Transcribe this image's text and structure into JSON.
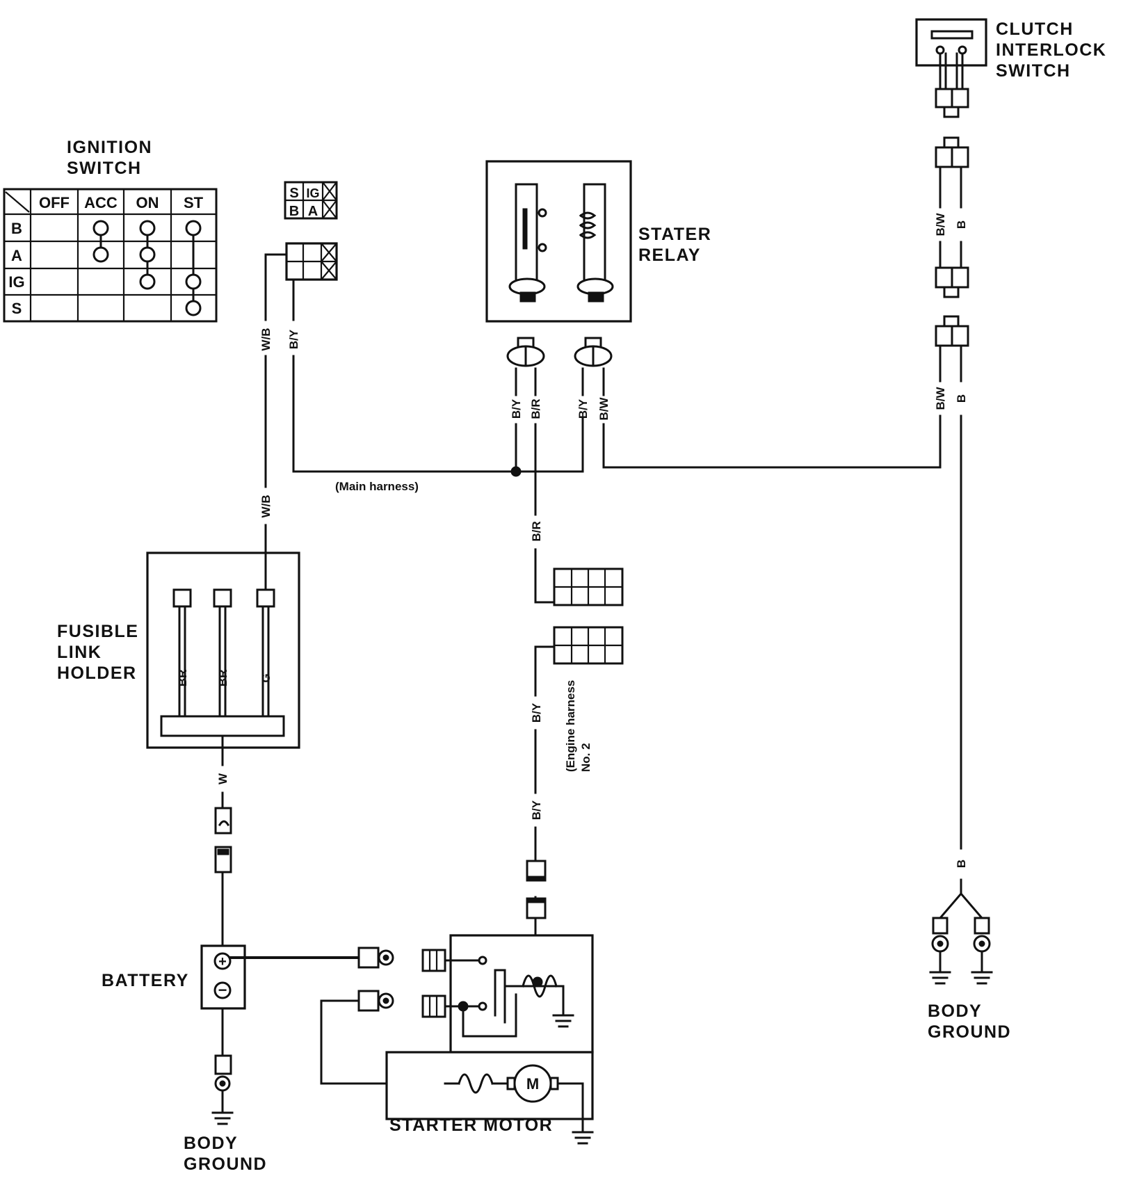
{
  "components": {
    "ignition_switch": [
      "IGNITION",
      "SWITCH"
    ],
    "clutch_interlock_switch": [
      "CLUTCH",
      "INTERLOCK",
      "SWITCH"
    ],
    "stater_relay": [
      "STATER",
      "RELAY"
    ],
    "fusible_link_holder": [
      "FUSIBLE",
      "LINK",
      "HOLDER"
    ],
    "battery": "BATTERY",
    "starter_motor": "STARTER MOTOR",
    "body_ground_left": [
      "BODY",
      "GROUND"
    ],
    "body_ground_right": [
      "BODY",
      "GROUND"
    ],
    "motor_symbol": "M",
    "battery_plus": "+",
    "battery_minus": "−"
  },
  "ignition_table": {
    "columns": [
      "OFF",
      "ACC",
      "ON",
      "ST"
    ],
    "rows": [
      "B",
      "A",
      "IG",
      "S"
    ]
  },
  "connector_legend": [
    [
      "S",
      "IG"
    ],
    [
      "B",
      "A"
    ]
  ],
  "harness_labels": {
    "main": "(Main harness)",
    "engine": [
      "(Engine harness",
      "No. 2"
    ]
  },
  "wire_labels": {
    "ign_wb_upper": "W/B",
    "ign_by": "B/Y",
    "ign_wb_lower": "W/B",
    "relay_by_1": "B/Y",
    "relay_br": "B/R",
    "relay_by_2": "B/Y",
    "relay_bw": "B/W",
    "br_down": "B/R",
    "eng_by_upper": "B/Y",
    "eng_by_lower": "B/Y",
    "fl_br_1": "BR",
    "fl_br_2": "BR",
    "fl_g": "G",
    "fl_w": "W",
    "clutch_bw_upper": "B/W",
    "clutch_b_upper": "B",
    "clutch_bw_lower": "B/W",
    "clutch_b_lower": "B",
    "ground_b": "B"
  }
}
